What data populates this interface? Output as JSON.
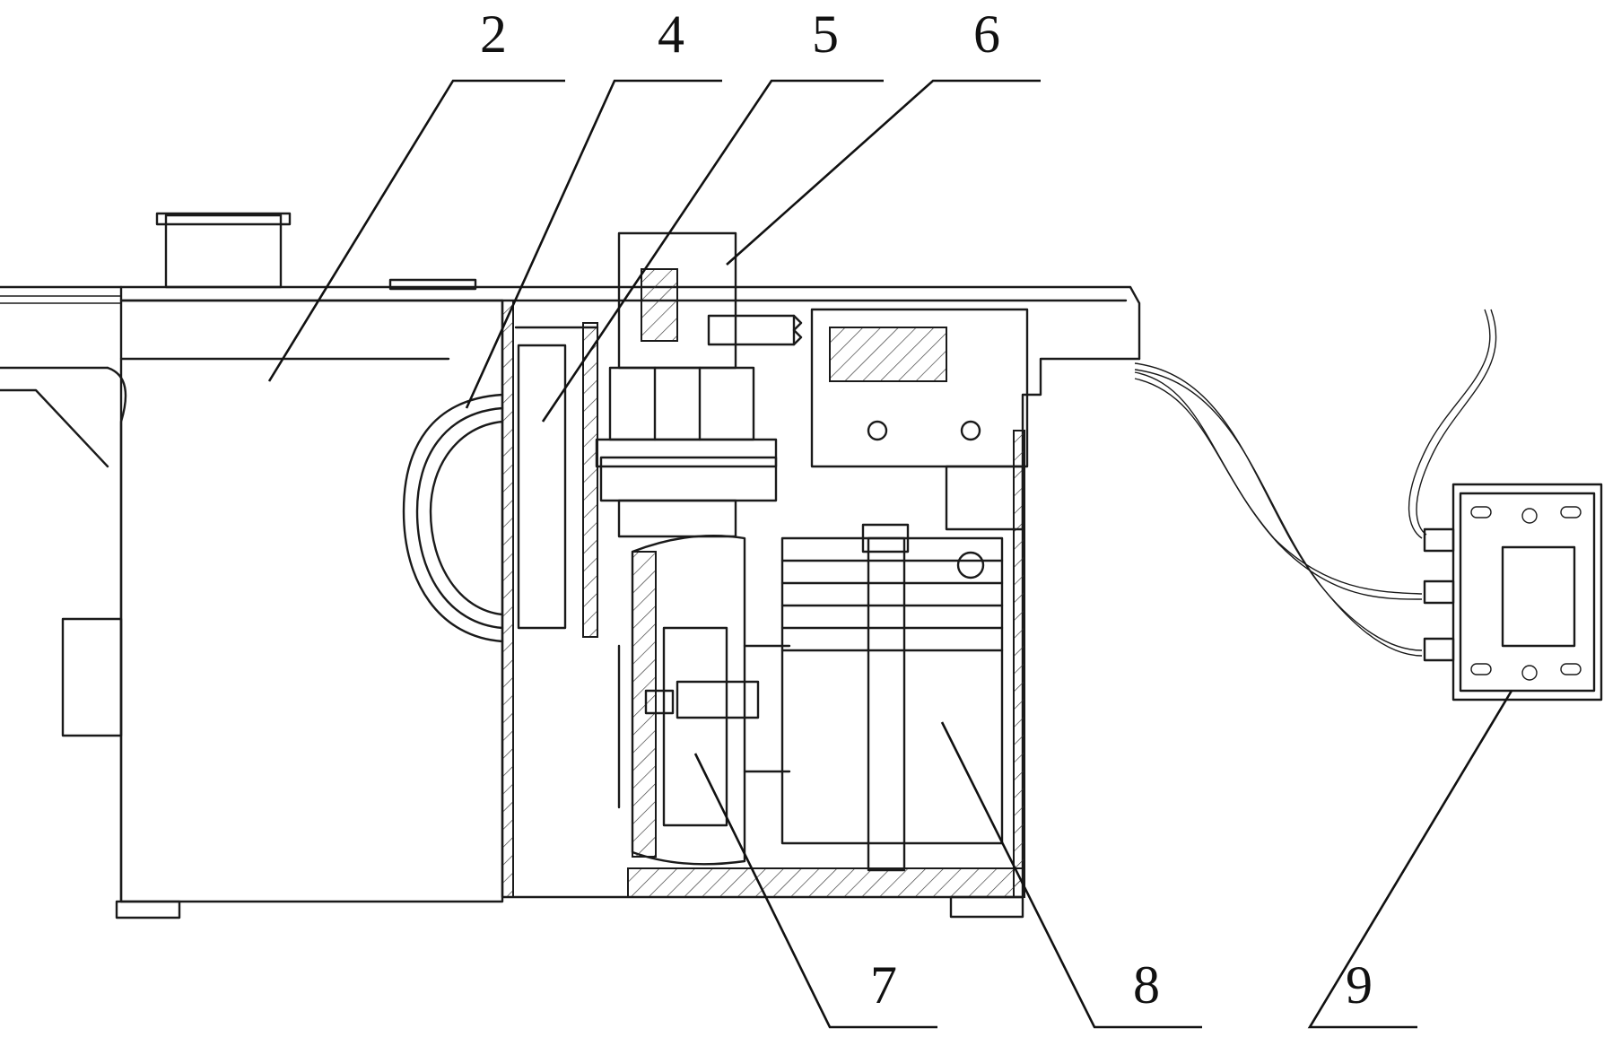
{
  "callouts": [
    {
      "id": "2",
      "text": "2"
    },
    {
      "id": "4",
      "text": "4"
    },
    {
      "id": "5",
      "text": "5"
    },
    {
      "id": "6",
      "text": "6"
    },
    {
      "id": "7",
      "text": "7"
    },
    {
      "id": "8",
      "text": "8"
    },
    {
      "id": "9",
      "text": "9"
    }
  ]
}
